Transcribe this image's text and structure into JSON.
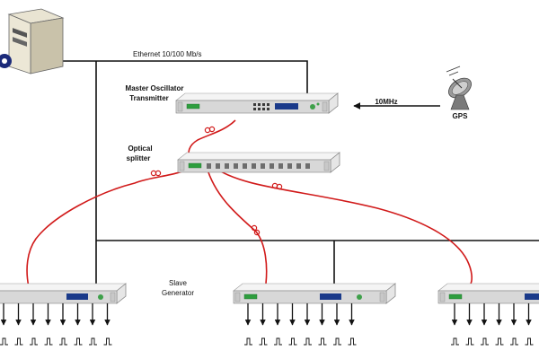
{
  "diagram": {
    "labels": {
      "ethernet": "Ethernet 10/100 Mb/s",
      "master_line1": "Master Oscillator",
      "master_line2": "Transmitter",
      "ref_signal": "10MHz",
      "gps": "GPS",
      "splitter_line1": "Optical",
      "splitter_line2": "splitter",
      "slave_line1": "Slave",
      "slave_line2": "Generator"
    },
    "icons": {
      "computer": "computer-tower-icon",
      "gps": "satellite-dish-icon",
      "rack": "rack-unit-icon",
      "output": "output-arrow-icon",
      "pulse": "pulse-waveform-icon"
    },
    "colors": {
      "fiber": "#d11a1a",
      "wire": "#111111",
      "display": "#1a3a8a",
      "led": "#2e9e3e"
    }
  }
}
